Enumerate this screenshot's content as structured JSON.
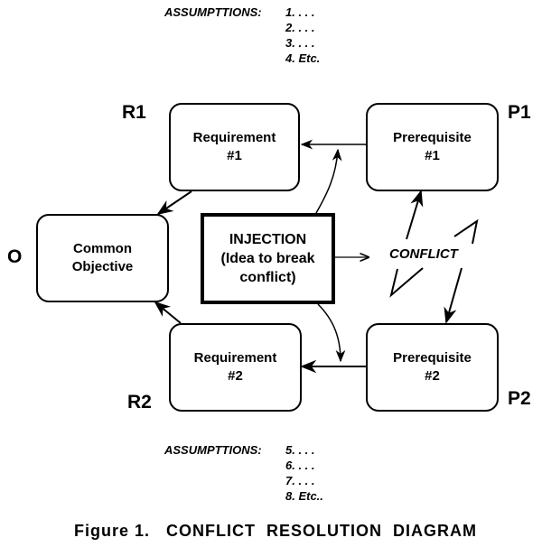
{
  "assumptions_top": {
    "title": "ASSUMPTTIONS:",
    "items": [
      "1.  . . .",
      "2.  . . .",
      "3.  . . .",
      "4.  Etc."
    ]
  },
  "assumptions_bottom": {
    "title": "ASSUMPTTIONS:",
    "items": [
      "5.  . . .",
      "6.  . . .",
      "7.  . . .",
      "8.  Etc.."
    ]
  },
  "nodes": {
    "objective": {
      "tag": "O",
      "line1": "Common",
      "line2": "Objective"
    },
    "r1": {
      "tag": "R1",
      "line1": "Requirement",
      "line2": "#1"
    },
    "r2": {
      "tag": "R2",
      "line1": "Requirement",
      "line2": "#2"
    },
    "p1": {
      "tag": "P1",
      "line1": "Prerequisite",
      "line2": "#1"
    },
    "p2": {
      "tag": "P2",
      "line1": "Prerequisite",
      "line2": "#2"
    },
    "injection": {
      "line1": "INJECTION",
      "line2": "(Idea to break",
      "line3": "conflict)"
    }
  },
  "conflict_label": "CONFLICT",
  "caption": "Figure 1.   CONFLICT  RESOLUTION  DIAGRAM"
}
